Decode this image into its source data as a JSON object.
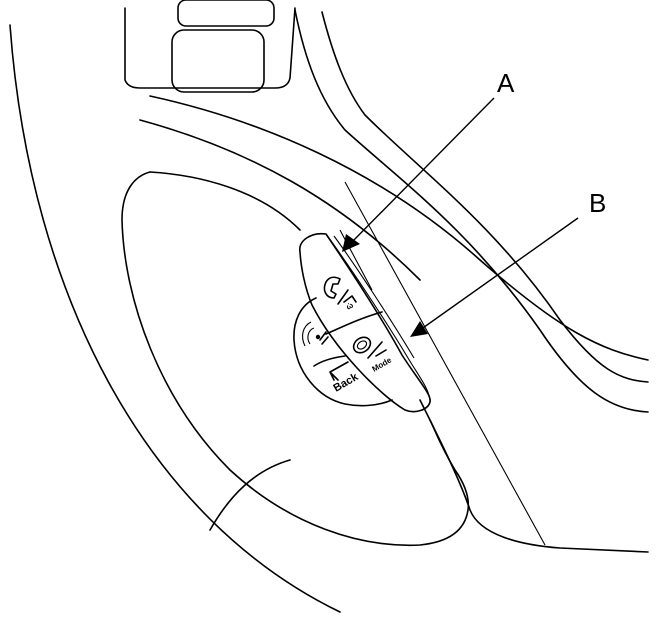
{
  "callouts": {
    "a": "A",
    "b": "B"
  },
  "buttons": {
    "back_label": "Back",
    "mode_label": "Mode"
  },
  "icons": {
    "pickup_hangup": "phone-pickup-hangup-icon",
    "talk": "talk-voice-icon",
    "back": "back-arrow-icon",
    "mode": "mode-icon"
  }
}
